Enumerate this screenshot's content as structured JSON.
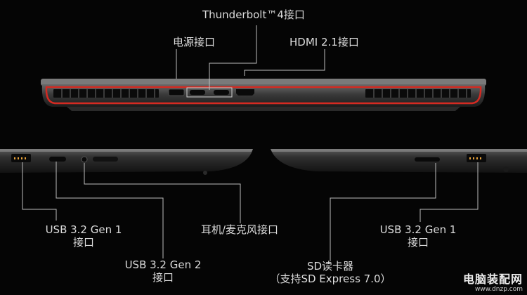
{
  "labels": {
    "thunderbolt": "Thunderbolt™4接口",
    "power": "电源接口",
    "hdmi": "HDMI 2.1接口",
    "usb_left_1_line1": "USB 3.2 Gen 1",
    "usb_left_1_line2": "接口",
    "usb_left_2_line1": "USB 3.2 Gen 2",
    "usb_left_2_line2": "接口",
    "headphone": "耳机/麦克风接口",
    "sd_line1": "SD读卡器",
    "sd_line2": "（支持SD Express 7.0）",
    "usb_right_line1": "USB 3.2 Gen 1",
    "usb_right_line2": "接口"
  },
  "watermark": {
    "name": "电脑装配网",
    "url": "www.dnzp.com"
  },
  "colors": {
    "accent_red": "#d42a22",
    "leader_line": "#bdbdbd",
    "background": "#050505"
  }
}
